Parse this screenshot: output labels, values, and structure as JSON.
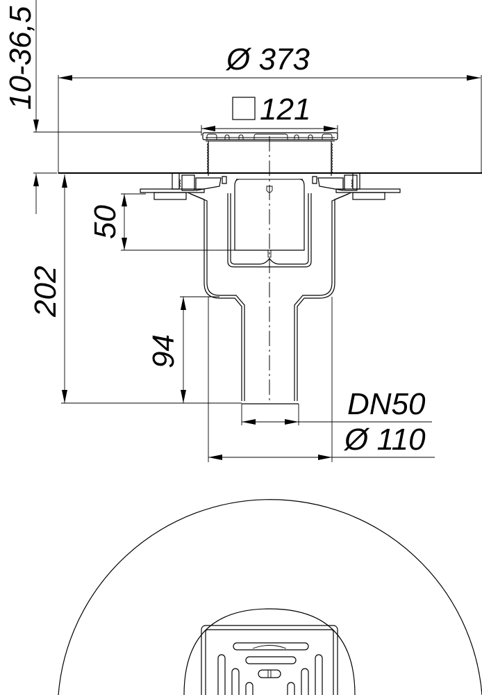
{
  "drawing": {
    "title": "Floor drain technical drawing",
    "views": [
      "section-view",
      "top-view"
    ],
    "dimensions": {
      "outer_diameter": {
        "symbol": "Ø",
        "value": "373",
        "label": "Ø 373"
      },
      "grate_square": {
        "symbol": "□",
        "value": "121",
        "label": "121"
      },
      "adjust_height": {
        "value": "10-36,5",
        "label": "10-36,5"
      },
      "total_height": {
        "value": "202",
        "label": "202"
      },
      "water_seal": {
        "value": "50",
        "label": "50"
      },
      "outlet_length": {
        "value": "94",
        "label": "94"
      },
      "outlet_nominal": {
        "value": "DN50",
        "label": "DN50"
      },
      "body_diameter": {
        "symbol": "Ø",
        "value": "110",
        "label": "Ø 110"
      }
    },
    "colors": {
      "line": "#000000",
      "background": "#ffffff"
    }
  }
}
